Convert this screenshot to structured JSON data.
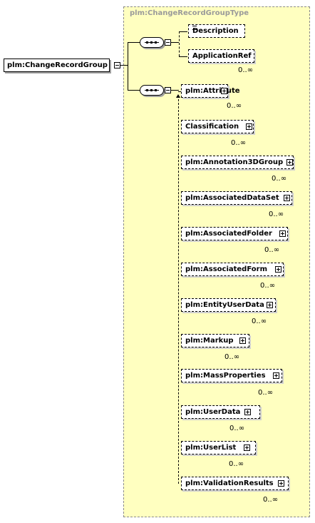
{
  "root": {
    "label": "plm:ChangeRecordGroup"
  },
  "type": {
    "label": "plm:ChangeRecordGroupType"
  },
  "sequence1": {
    "elements": [
      {
        "label": "Description",
        "cardinality": ""
      },
      {
        "label": "ApplicationRef",
        "cardinality": "0..∞"
      }
    ]
  },
  "sequence2": {
    "elements": [
      {
        "label": "plm:Attribute",
        "cardinality": "0..∞"
      },
      {
        "label": "Classification",
        "cardinality": "0..∞"
      },
      {
        "label": "plm:Annotation3DGroup",
        "cardinality": "0..∞"
      },
      {
        "label": "plm:AssociatedDataSet",
        "cardinality": "0..∞"
      },
      {
        "label": "plm:AssociatedFolder",
        "cardinality": "0..∞"
      },
      {
        "label": "plm:AssociatedForm",
        "cardinality": "0..∞"
      },
      {
        "label": "plm:EntityUserData",
        "cardinality": "0..∞"
      },
      {
        "label": "plm:Markup",
        "cardinality": "0..∞"
      },
      {
        "label": "plm:MassProperties",
        "cardinality": "0..∞"
      },
      {
        "label": "plm:UserData",
        "cardinality": "0..∞"
      },
      {
        "label": "plm:UserList",
        "cardinality": "0..∞"
      },
      {
        "label": "plm:ValidationResults",
        "cardinality": "0..∞"
      }
    ]
  }
}
